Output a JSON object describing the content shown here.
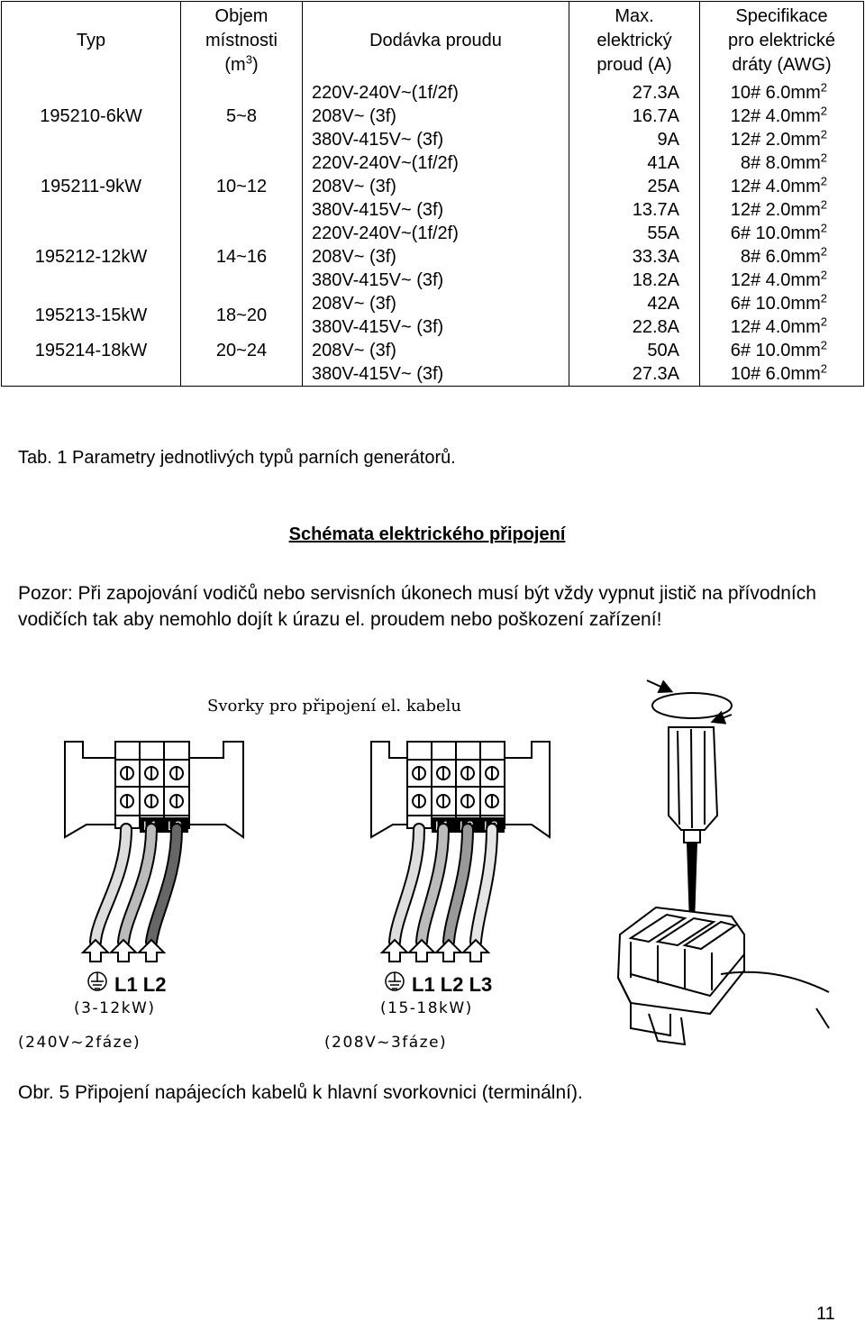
{
  "table": {
    "headers": {
      "type": "Typ",
      "room_line1": "Objem",
      "room_line2": "místnosti",
      "room_line3_pre": "(m",
      "room_line3_sup": "3",
      "room_line3_post": ")",
      "supply": "Dodávka proudu",
      "current_line1": "Max.",
      "current_line2": "elektrický",
      "current_line3": "proud (A)",
      "wire_line1": "Specifikace",
      "wire_line2": "pro elektrické",
      "wire_line3": "dráty (AWG)"
    },
    "unit_sup": "2",
    "groups": [
      {
        "type": "195210-6kW",
        "room": "5~8",
        "rows": [
          {
            "supply": "220V-240V~(1f/2f)",
            "current": "27.3A",
            "wire": "10# 6.0mm"
          },
          {
            "supply": "208V~ (3f)",
            "current": "16.7A",
            "wire": "12# 4.0mm"
          },
          {
            "supply": "380V-415V~ (3f)",
            "current": "9A",
            "wire": "12# 2.0mm"
          }
        ]
      },
      {
        "type": "195211-9kW",
        "room": "10~12",
        "rows": [
          {
            "supply": "220V-240V~(1f/2f)",
            "current": "41A",
            "wire": "8# 8.0mm"
          },
          {
            "supply": "208V~ (3f)",
            "current": "25A",
            "wire": "12# 4.0mm"
          },
          {
            "supply": "380V-415V~ (3f)",
            "current": "13.7A",
            "wire": "12# 2.0mm"
          }
        ]
      },
      {
        "type": "195212-12kW",
        "room": "14~16",
        "rows": [
          {
            "supply": "220V-240V~(1f/2f)",
            "current": "55A",
            "wire": "6# 10.0mm"
          },
          {
            "supply": "208V~ (3f)",
            "current": "33.3A",
            "wire": "8# 6.0mm"
          },
          {
            "supply": "380V-415V~ (3f)",
            "current": "18.2A",
            "wire": "12# 4.0mm"
          }
        ]
      },
      {
        "type": "195213-15kW",
        "room": "18~20",
        "rows": [
          {
            "supply": "208V~ (3f)",
            "current": "42A",
            "wire": "6# 10.0mm"
          },
          {
            "supply": "380V-415V~ (3f)",
            "current": "22.8A",
            "wire": "12# 4.0mm"
          }
        ]
      },
      {
        "type": "195214-18kW",
        "room": "20~24",
        "rows": [
          {
            "supply": "208V~ (3f)",
            "current": "50A",
            "wire": "6# 10.0mm"
          },
          {
            "supply": "380V-415V~ (3f)",
            "current": "27.3A",
            "wire": "10# 6.0mm"
          }
        ]
      }
    ]
  },
  "table_caption": "Tab. 1 Parametry jednotlivých typů parních generátorů.",
  "section_heading": "Schémata elektrického připojení",
  "warning_text": "Pozor: Při zapojování vodičů nebo servisních úkonech musí být vždy vypnut jistič na přívodních vodičích tak aby nemohlo dojít k úrazu el. proudem nebo poškození zařízení!",
  "figure": {
    "title": "Svorky pro připojení el. kabelu",
    "left_terminal_labels": [
      "L1",
      "L2"
    ],
    "right_terminal_labels": [
      "L1",
      "L2",
      "L3"
    ],
    "left_bottom_labels": "L1 L2",
    "right_bottom_labels": "L1 L2 L3",
    "left_power": "(3-12kW)",
    "right_power": "(15-18kW)",
    "left_phase": "(240V~2fáze)",
    "right_phase": "(208V~3fáze)",
    "icons": [
      "ground-icon",
      "screwdriver-icon",
      "rotation-arrow-icon"
    ]
  },
  "figure_caption": "Obr. 5 Připojení napájecích kabelů k hlavní svorkovnici (terminální).",
  "page_number": "11"
}
